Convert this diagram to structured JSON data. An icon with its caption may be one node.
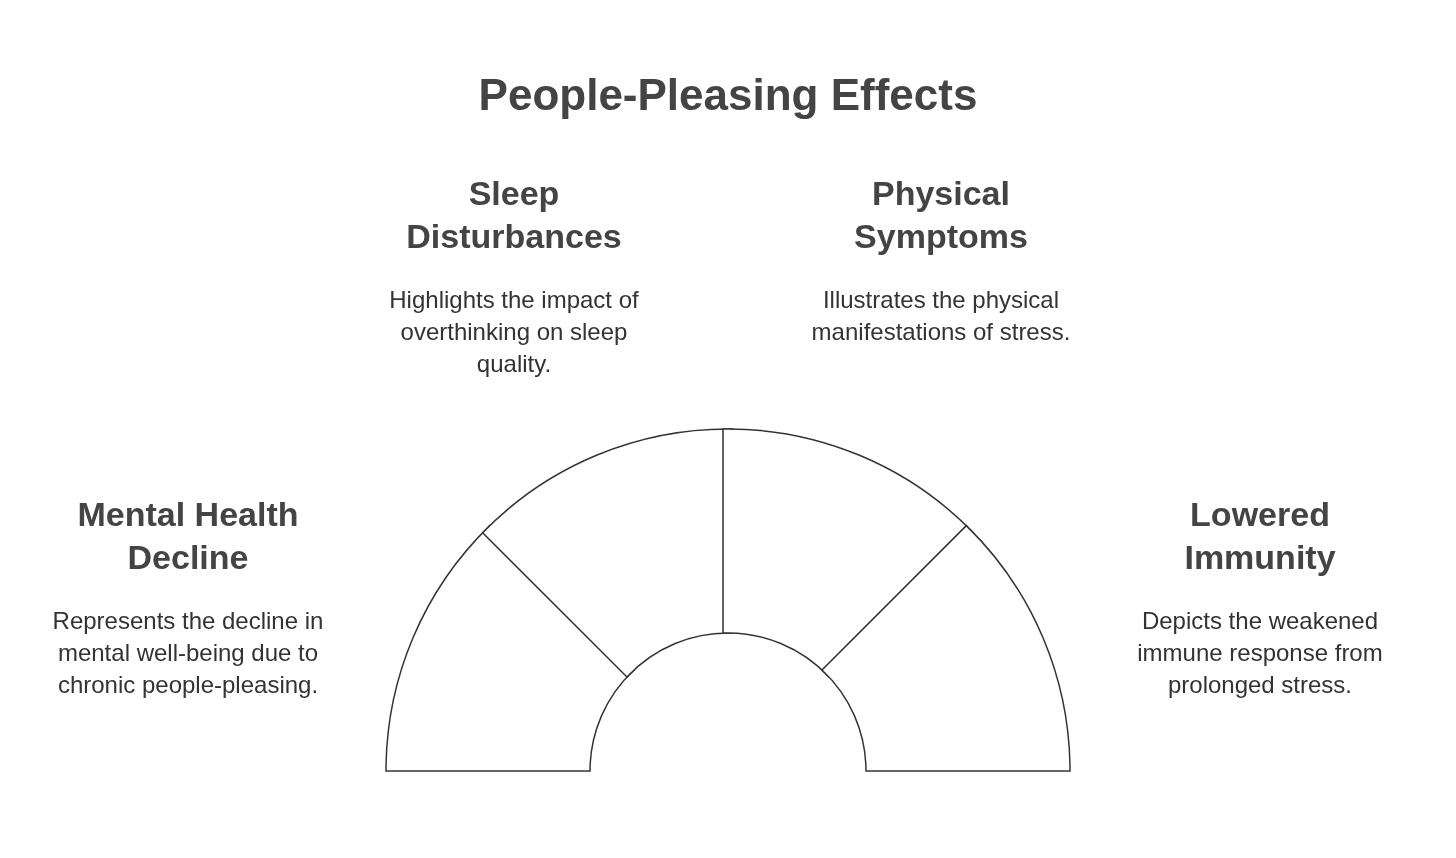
{
  "diagram": {
    "title": "People-Pleasing Effects",
    "nodes": [
      {
        "text": [],
        "shape": "sector",
        "beside": [
          "Mental Health Decline",
          "Represents the decline in mental well-being due to chronic people-pleasing."
        ]
      },
      {
        "text": [],
        "shape": "sector",
        "beside": [
          "Sleep Disturbances",
          "Highlights the impact of overthinking on sleep quality."
        ]
      },
      {
        "text": [],
        "shape": "sector",
        "beside": [
          "Physical Symptoms",
          "Illustrates the physical manifestations of stress."
        ]
      },
      {
        "text": [],
        "shape": "sector",
        "beside": [
          "Lowered Immunity",
          "Depicts the weakened immune response from prolonged stress."
        ]
      }
    ]
  }
}
